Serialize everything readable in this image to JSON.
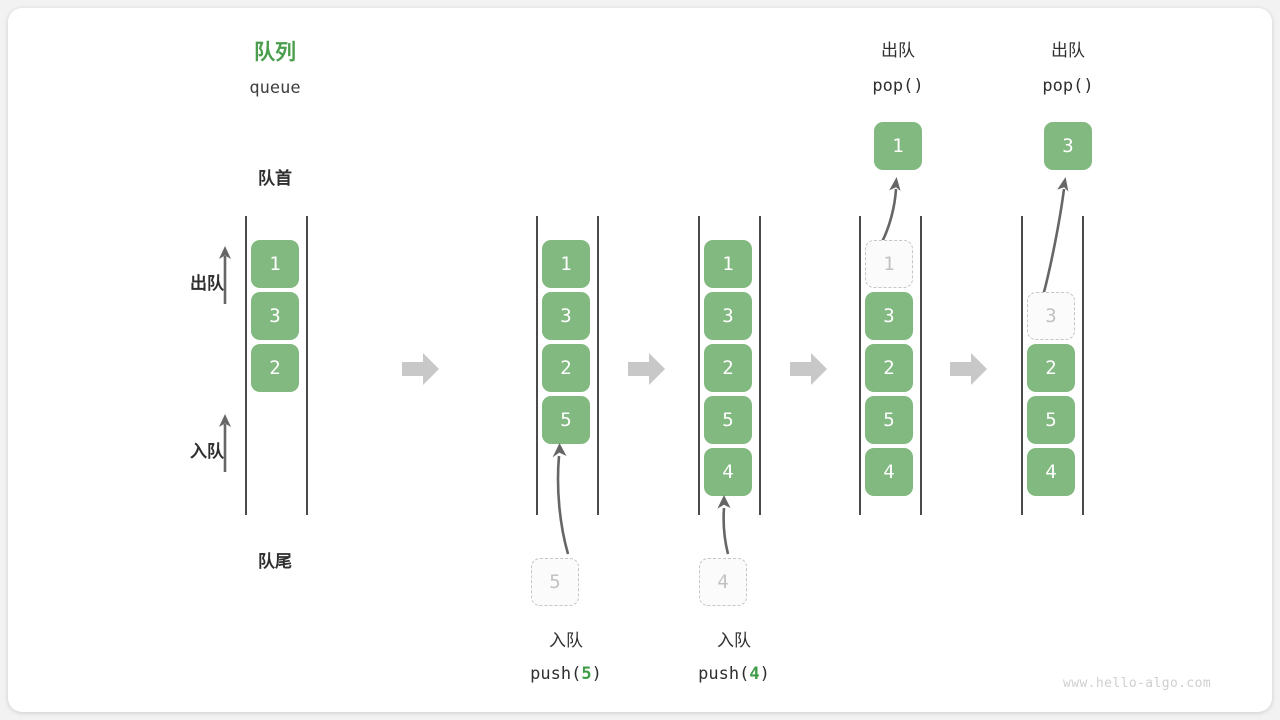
{
  "diagram": {
    "title_cn": "队列",
    "title_en": "queue",
    "front_label": "队首",
    "rear_label": "队尾",
    "dequeue_label": "出队",
    "enqueue_label": "入队",
    "watermark": "www.hello-algo.com",
    "accent_green": "#82b980",
    "title_green": "#4a9e4d",
    "ghost_gray": "#c6c6c6",
    "arrow_gray": "#c8c8c8"
  },
  "columns": [
    {
      "id": "col-1-initial",
      "cells": [
        {
          "value": "1",
          "state": "filled"
        },
        {
          "value": "3",
          "state": "filled"
        },
        {
          "value": "2",
          "state": "filled"
        }
      ]
    },
    {
      "id": "col-2-after-push-5",
      "cells": [
        {
          "value": "1",
          "state": "filled"
        },
        {
          "value": "3",
          "state": "filled"
        },
        {
          "value": "2",
          "state": "filled"
        },
        {
          "value": "5",
          "state": "filled"
        }
      ],
      "incoming": {
        "value": "5",
        "state": "ghost"
      },
      "op_cn": "入队",
      "op_code_prefix": "push(",
      "op_code_arg": "5",
      "op_code_suffix": ")"
    },
    {
      "id": "col-3-after-push-4",
      "cells": [
        {
          "value": "1",
          "state": "filled"
        },
        {
          "value": "3",
          "state": "filled"
        },
        {
          "value": "2",
          "state": "filled"
        },
        {
          "value": "5",
          "state": "filled"
        },
        {
          "value": "4",
          "state": "filled"
        }
      ],
      "incoming": {
        "value": "4",
        "state": "ghost"
      },
      "op_cn": "入队",
      "op_code_prefix": "push(",
      "op_code_arg": "4",
      "op_code_suffix": ")"
    },
    {
      "id": "col-4-after-pop-1",
      "cells": [
        {
          "value": "1",
          "state": "ghost"
        },
        {
          "value": "3",
          "state": "filled"
        },
        {
          "value": "2",
          "state": "filled"
        },
        {
          "value": "5",
          "state": "filled"
        },
        {
          "value": "4",
          "state": "filled"
        }
      ],
      "popped": {
        "value": "1",
        "state": "filled"
      },
      "op_cn": "出队",
      "op_code": "pop()"
    },
    {
      "id": "col-5-after-pop-3",
      "cells": [
        {
          "value": "",
          "state": "empty"
        },
        {
          "value": "3",
          "state": "ghost"
        },
        {
          "value": "2",
          "state": "filled"
        },
        {
          "value": "5",
          "state": "filled"
        },
        {
          "value": "4",
          "state": "filled"
        }
      ],
      "popped": {
        "value": "3",
        "state": "filled"
      },
      "op_cn": "出队",
      "op_code": "pop()"
    }
  ]
}
